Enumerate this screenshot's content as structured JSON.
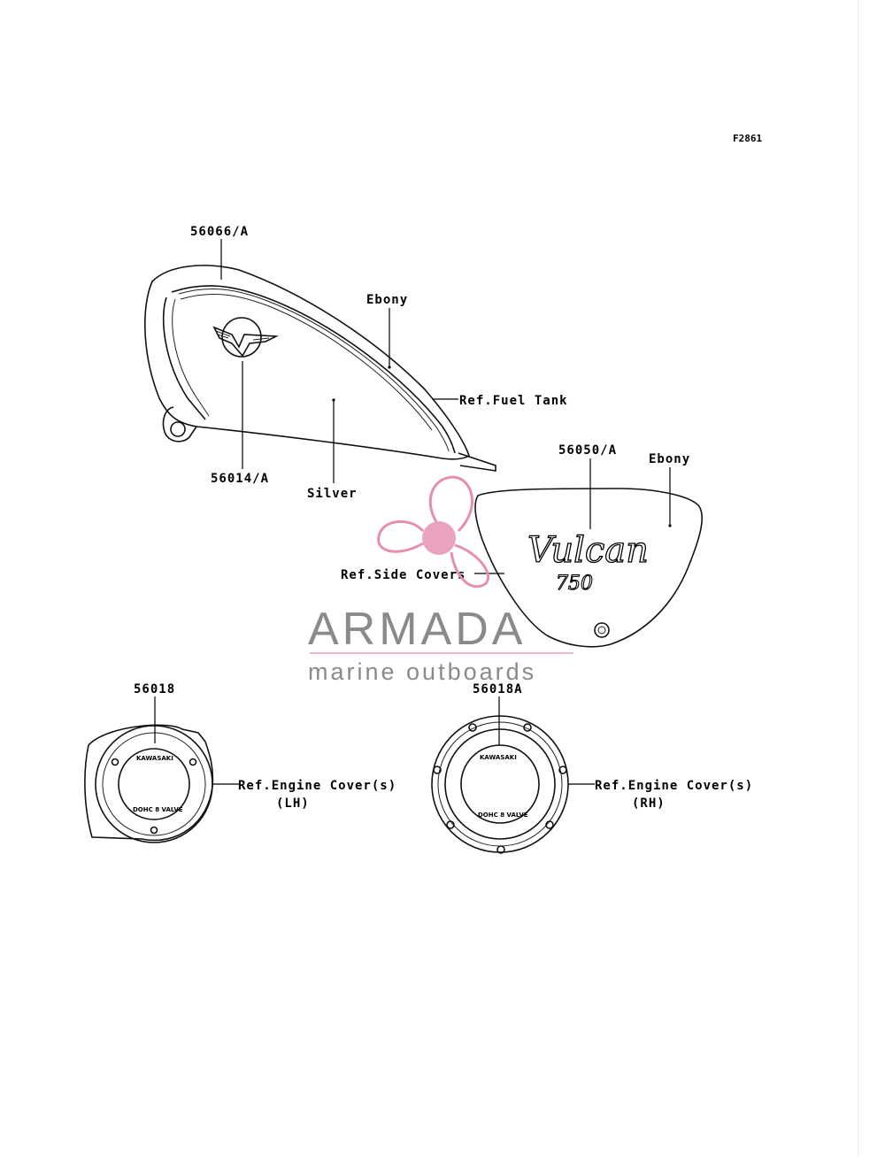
{
  "figure_code": "F2861",
  "callouts": {
    "tank_decal_line": "56066/A",
    "tank_ebony": "Ebony",
    "tank_ref": "Ref.Fuel Tank",
    "tank_emblem": "56014/A",
    "tank_silver": "Silver",
    "side_emblem": "56050/A",
    "side_ebony": "Ebony",
    "side_ref": "Ref.Side Covers",
    "engine_lh_part": "56018",
    "engine_lh_ref": "Ref.Engine Cover(s)",
    "engine_lh_side": "(LH)",
    "engine_rh_part": "56018A",
    "engine_rh_ref": "Ref.Engine Cover(s)",
    "engine_rh_side": "(RH)"
  },
  "side_cover_script": {
    "name": "Vulcan",
    "model": "750"
  },
  "cover_text": {
    "top": "KAWASAKI",
    "bottom": "DOHC 8 VALVE"
  },
  "watermark": {
    "brand": "ARMADA",
    "tagline": "marine outboards",
    "logo_icon": "propeller-icon",
    "logo_color": "#e48fb0",
    "text_color": "#8a8a8a"
  }
}
